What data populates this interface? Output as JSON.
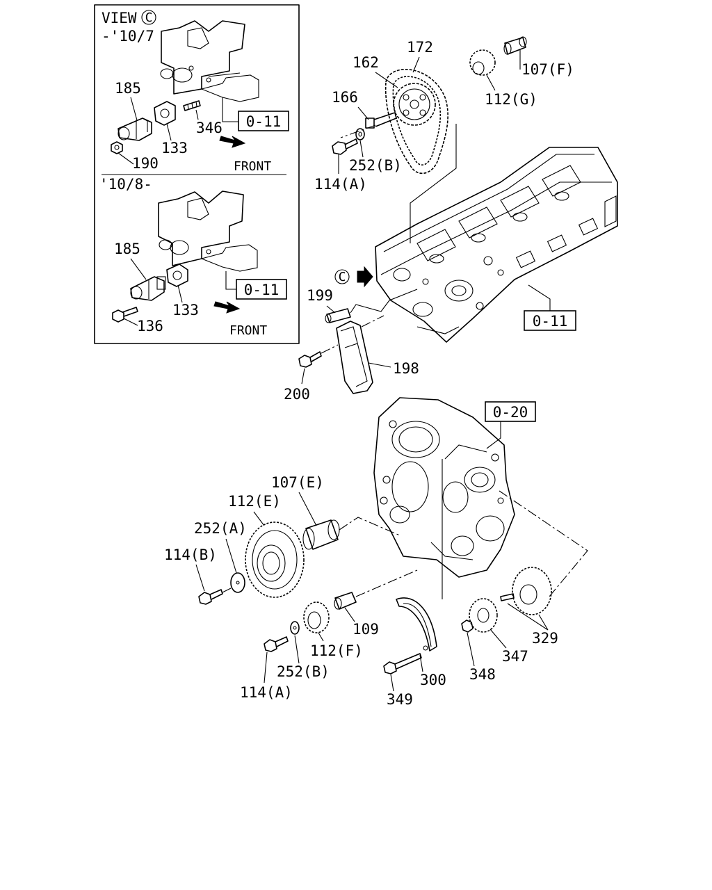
{
  "inset": {
    "view_label": "VIEW",
    "view_marker": "C",
    "upper_range": "-'10/7",
    "lower_range": "'10/8-",
    "front_label": "FRONT"
  },
  "view_marker_main": "C",
  "reference_boxes": [
    "0-11",
    "0-11",
    "0-11",
    "0-20"
  ],
  "callouts": [
    "185",
    "346",
    "133",
    "190",
    "185",
    "133",
    "136",
    "162",
    "172",
    "107(F)",
    "166",
    "112(G)",
    "114(A)",
    "252(B)",
    "199",
    "198",
    "200",
    "107(E)",
    "112(E)",
    "252(A)",
    "114(B)",
    "109",
    "112(F)",
    "252(B)",
    "114(A)",
    "300",
    "349",
    "348",
    "347",
    "329"
  ]
}
